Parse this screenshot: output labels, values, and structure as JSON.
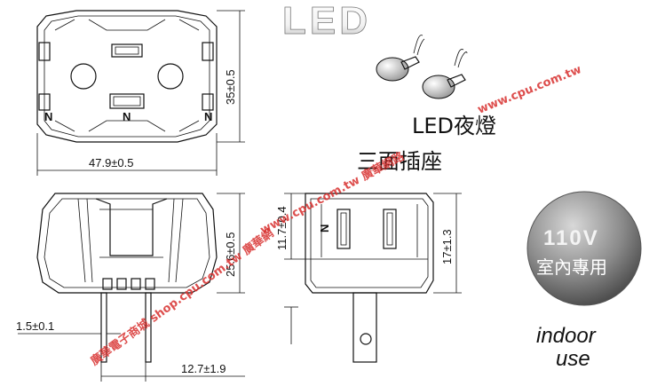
{
  "top_view": {
    "width_dim": "47.9±0.5",
    "height_dim": "35±0.5",
    "polarity_left": "N",
    "polarity_center": "N",
    "polarity_right": "N"
  },
  "front_view": {
    "height_dim": "25.6±0.5",
    "pin_width_dim": "1.5±0.1",
    "pin_spacing_dim": "12.7±1.9"
  },
  "side_view": {
    "body_height_dim": "11.7±0.4",
    "total_height_dim": "17±1.3",
    "polarity": "N"
  },
  "header_logo": "LED",
  "product_title": "LED夜燈",
  "product_subtitle": "三面插座",
  "badge": {
    "voltage": "110V",
    "label": "室內專用"
  },
  "indoor_text": "indoor",
  "use_text": "use",
  "watermarks": {
    "top_right": "www.cpu.com.tw",
    "diagonal_mid": "www.cpu.com.tw 廣華網路",
    "diagonal_bottom": "廣華電子商城 shop.cpu.com.tw 廣華網"
  }
}
